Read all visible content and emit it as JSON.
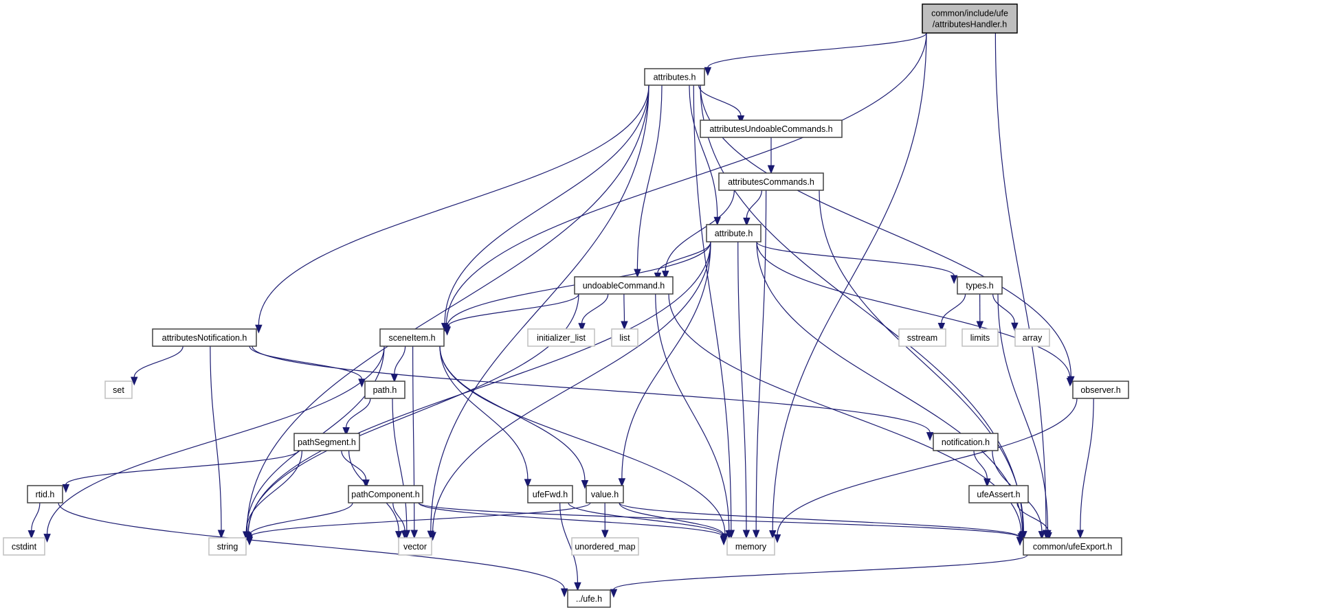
{
  "graph": {
    "title": "common/include/ufe/attributesHandler.h",
    "colors": {
      "edge": "#191970",
      "root_fill": "#bfbfbf",
      "node_border": "#404040",
      "external_border": "#bfbfbf"
    },
    "nodes": [
      {
        "id": "root",
        "label": [
          "common/include/ufe",
          "/attributesHandler.h"
        ],
        "kind": "root"
      },
      {
        "id": "attributes",
        "label": [
          "attributes.h"
        ],
        "kind": "local"
      },
      {
        "id": "attrUndoCmds",
        "label": [
          "attributesUndoableCommands.h"
        ],
        "kind": "local"
      },
      {
        "id": "attrCmds",
        "label": [
          "attributesCommands.h"
        ],
        "kind": "local"
      },
      {
        "id": "attribute",
        "label": [
          "attribute.h"
        ],
        "kind": "local"
      },
      {
        "id": "undoableCommand",
        "label": [
          "undoableCommand.h"
        ],
        "kind": "local"
      },
      {
        "id": "types",
        "label": [
          "types.h"
        ],
        "kind": "local"
      },
      {
        "id": "attrNotif",
        "label": [
          "attributesNotification.h"
        ],
        "kind": "local"
      },
      {
        "id": "sceneItem",
        "label": [
          "sceneItem.h"
        ],
        "kind": "local"
      },
      {
        "id": "initializer_list",
        "label": [
          "initializer_list"
        ],
        "kind": "external"
      },
      {
        "id": "list",
        "label": [
          "list"
        ],
        "kind": "external"
      },
      {
        "id": "sstream",
        "label": [
          "sstream"
        ],
        "kind": "external"
      },
      {
        "id": "limits",
        "label": [
          "limits"
        ],
        "kind": "external"
      },
      {
        "id": "array",
        "label": [
          "array"
        ],
        "kind": "external"
      },
      {
        "id": "set",
        "label": [
          "set"
        ],
        "kind": "external"
      },
      {
        "id": "path",
        "label": [
          "path.h"
        ],
        "kind": "local"
      },
      {
        "id": "observer",
        "label": [
          "observer.h"
        ],
        "kind": "local"
      },
      {
        "id": "pathSegment",
        "label": [
          "pathSegment.h"
        ],
        "kind": "local"
      },
      {
        "id": "notification",
        "label": [
          "notification.h"
        ],
        "kind": "local"
      },
      {
        "id": "rtid",
        "label": [
          "rtid.h"
        ],
        "kind": "local"
      },
      {
        "id": "pathComponent",
        "label": [
          "pathComponent.h"
        ],
        "kind": "local"
      },
      {
        "id": "ufeFwd",
        "label": [
          "ufeFwd.h"
        ],
        "kind": "local"
      },
      {
        "id": "value",
        "label": [
          "value.h"
        ],
        "kind": "local"
      },
      {
        "id": "ufeAssert",
        "label": [
          "ufeAssert.h"
        ],
        "kind": "local"
      },
      {
        "id": "cstdint",
        "label": [
          "cstdint"
        ],
        "kind": "external"
      },
      {
        "id": "string",
        "label": [
          "string"
        ],
        "kind": "external"
      },
      {
        "id": "vector",
        "label": [
          "vector"
        ],
        "kind": "external"
      },
      {
        "id": "unordered_map",
        "label": [
          "unordered_map"
        ],
        "kind": "external"
      },
      {
        "id": "memory",
        "label": [
          "memory"
        ],
        "kind": "external"
      },
      {
        "id": "ufeExport",
        "label": [
          "common/ufeExport.h"
        ],
        "kind": "local"
      },
      {
        "id": "ufe",
        "label": [
          "../ufe.h"
        ],
        "kind": "local"
      }
    ],
    "edges": [
      [
        "root",
        "attributes"
      ],
      [
        "root",
        "sceneItem"
      ],
      [
        "root",
        "memory"
      ],
      [
        "root",
        "ufeExport"
      ],
      [
        "attributes",
        "attrUndoCmds"
      ],
      [
        "attributes",
        "attribute"
      ],
      [
        "attributes",
        "undoableCommand"
      ],
      [
        "attributes",
        "sceneItem"
      ],
      [
        "attributes",
        "attrNotif"
      ],
      [
        "attributes",
        "string"
      ],
      [
        "attributes",
        "vector"
      ],
      [
        "attributes",
        "memory"
      ],
      [
        "attributes",
        "observer"
      ],
      [
        "attributes",
        "ufeExport"
      ],
      [
        "attrUndoCmds",
        "attrCmds"
      ],
      [
        "attrCmds",
        "attribute"
      ],
      [
        "attrCmds",
        "undoableCommand"
      ],
      [
        "attrCmds",
        "memory"
      ],
      [
        "attrCmds",
        "ufeExport"
      ],
      [
        "attribute",
        "undoableCommand"
      ],
      [
        "attribute",
        "sceneItem"
      ],
      [
        "attribute",
        "types"
      ],
      [
        "attribute",
        "value"
      ],
      [
        "attribute",
        "string"
      ],
      [
        "attribute",
        "vector"
      ],
      [
        "attribute",
        "memory"
      ],
      [
        "attribute",
        "observer"
      ],
      [
        "attribute",
        "ufeExport"
      ],
      [
        "undoableCommand",
        "sceneItem"
      ],
      [
        "undoableCommand",
        "initializer_list"
      ],
      [
        "undoableCommand",
        "list"
      ],
      [
        "undoableCommand",
        "string"
      ],
      [
        "undoableCommand",
        "memory"
      ],
      [
        "undoableCommand",
        "ufeExport"
      ],
      [
        "types",
        "sstream"
      ],
      [
        "types",
        "limits"
      ],
      [
        "types",
        "array"
      ],
      [
        "types",
        "ufeExport"
      ],
      [
        "attrNotif",
        "set"
      ],
      [
        "attrNotif",
        "path"
      ],
      [
        "attrNotif",
        "string"
      ],
      [
        "attrNotif",
        "notification"
      ],
      [
        "sceneItem",
        "path"
      ],
      [
        "sceneItem",
        "ufeFwd"
      ],
      [
        "sceneItem",
        "value"
      ],
      [
        "sceneItem",
        "cstdint"
      ],
      [
        "sceneItem",
        "string"
      ],
      [
        "sceneItem",
        "vector"
      ],
      [
        "sceneItem",
        "memory"
      ],
      [
        "path",
        "pathSegment"
      ],
      [
        "path",
        "vector"
      ],
      [
        "observer",
        "memory"
      ],
      [
        "observer",
        "ufeExport"
      ],
      [
        "pathSegment",
        "rtid"
      ],
      [
        "pathSegment",
        "pathComponent"
      ],
      [
        "pathSegment",
        "string"
      ],
      [
        "pathSegment",
        "vector"
      ],
      [
        "notification",
        "ufeAssert"
      ],
      [
        "notification",
        "ufeExport"
      ],
      [
        "rtid",
        "cstdint"
      ],
      [
        "rtid",
        "ufe"
      ],
      [
        "pathComponent",
        "string"
      ],
      [
        "pathComponent",
        "vector"
      ],
      [
        "pathComponent",
        "memory"
      ],
      [
        "pathComponent",
        "ufeExport"
      ],
      [
        "ufeFwd",
        "ufe"
      ],
      [
        "ufeFwd",
        "memory"
      ],
      [
        "value",
        "unordered_map"
      ],
      [
        "value",
        "string"
      ],
      [
        "value",
        "memory"
      ],
      [
        "value",
        "ufeExport"
      ],
      [
        "ufeAssert",
        "ufeExport"
      ],
      [
        "ufeExport",
        "ufe"
      ]
    ]
  }
}
